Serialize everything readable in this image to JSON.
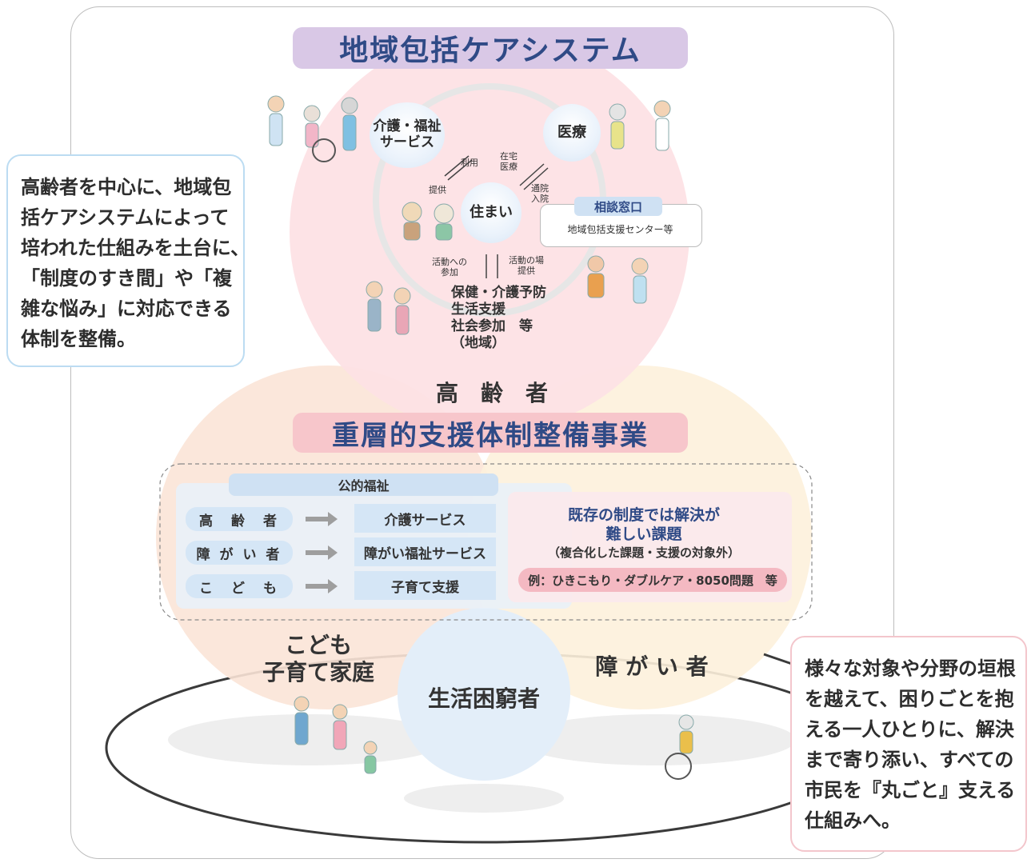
{
  "title": "地域包括ケアシステム",
  "subtitle": "重層的支援体制整備事業",
  "top_circle": {
    "care_service": "介護・福祉\nサービス",
    "medical": "医療",
    "housing": "住まい",
    "labels": {
      "use": "利用",
      "provide": "提供",
      "home_medical": "在宅\n医療",
      "hospital": "通院\n入院",
      "activity_join": "活動への\n参加",
      "activity_place": "活動の場\n提供"
    },
    "consult_title": "相談窓口",
    "consult_body": "地域包括支援センター等",
    "prevention": "保健・介護予防\n生活支援\n社会参加　等\n（地域）",
    "elderly": "高　齢　者"
  },
  "public_welfare": {
    "header": "公的福祉",
    "rows": [
      {
        "target": "高　齢　者",
        "service": "介護サービス"
      },
      {
        "target": "障 が い 者",
        "service": "障がい福祉サービス"
      },
      {
        "target": "こ　ど　も",
        "service": "子育て支援"
      }
    ]
  },
  "issues": {
    "title": "既存の制度では解決が\n難しい課題",
    "note": "（複合化した課題・支援の対象外）",
    "example": "例：ひきこもり・ダブルケア・8050問題　等"
  },
  "groups": {
    "children": "こども\n子育て家庭",
    "poverty": "生活困窮者",
    "disabled": "障 が い 者"
  },
  "callout_left": "高齢者を中心に、地域包\n括ケアシステムによって\n培われた仕組みを土台に、\n「制度のすき間」や「複\n雑な悩み」に対応できる\n体制を整備。",
  "callout_right": "様々な対象や分野の垣根\nを越えて、困りごとを抱\nえる一人ひとりに、解決\nまで寄り添い、すべての\n市民を『丸ごと』支える\n仕組みへ。",
  "colors": {
    "title_bg": "#d9c8e6",
    "subtitle_bg": "#f7c6cb",
    "accent_text": "#2f4a86",
    "pink_circle": "#fde3e6",
    "peach_circle": "#fbe6d9",
    "yellow_circle": "#fdf2dc",
    "light_blue": "#d5e6f6"
  }
}
